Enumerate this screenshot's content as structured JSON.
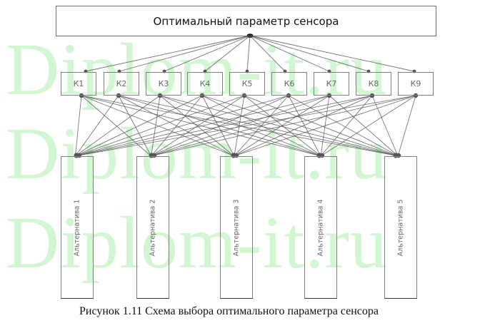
{
  "diagram": {
    "root": {
      "label": "Оптимальный параметр сенсора"
    },
    "criteria": [
      {
        "label": "К1"
      },
      {
        "label": "К2"
      },
      {
        "label": "К3"
      },
      {
        "label": "К4"
      },
      {
        "label": "К5"
      },
      {
        "label": "К6"
      },
      {
        "label": "К7"
      },
      {
        "label": "К8"
      },
      {
        "label": "К9"
      }
    ],
    "alternatives": [
      {
        "label": "Альтернатива  1"
      },
      {
        "label": "Альтернатива  2"
      },
      {
        "label": "Альтернатива  3"
      },
      {
        "label": "Альтернатива  4"
      },
      {
        "label": "Альтернатива  5"
      }
    ],
    "connections": {
      "root_to_criteria": "all",
      "criteria_to_alternatives": "all"
    },
    "line_color": "#5a5a5a",
    "node_color": "#555555"
  },
  "caption": "Рисунок 1.11 Схема выбора оптимального параметра сенсора",
  "watermark": {
    "text": "Diplom-it.ru",
    "color": "#d2f6d2"
  }
}
